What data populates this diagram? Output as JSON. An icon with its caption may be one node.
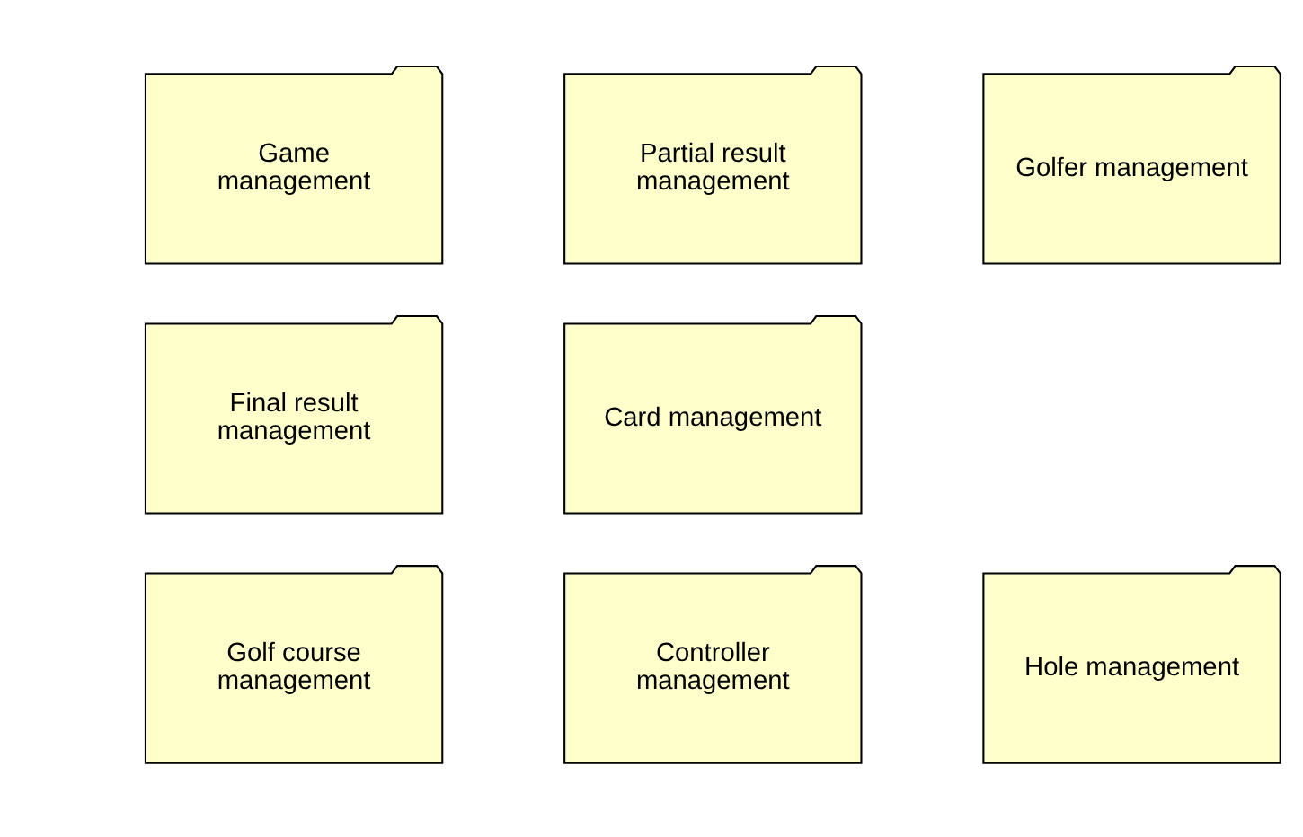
{
  "diagram": {
    "nodes": [
      {
        "text": [
          "Game management"
        ]
      },
      {
        "text": [
          "Partial result management"
        ]
      },
      {
        "text": [
          "Golfer management"
        ]
      },
      {
        "text": [
          "Final result management"
        ]
      },
      {
        "text": [
          "Card management"
        ]
      },
      {
        "text": [
          "Golf course management"
        ]
      },
      {
        "text": [
          "Controller management"
        ]
      },
      {
        "text": [
          "Hole management"
        ]
      }
    ]
  }
}
